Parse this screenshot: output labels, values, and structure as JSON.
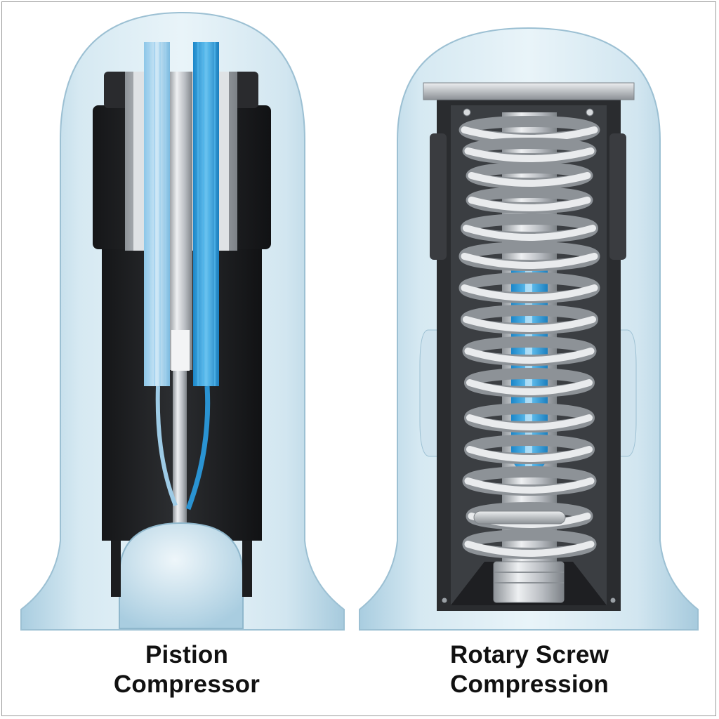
{
  "labels": {
    "left": {
      "line1": "Pistion",
      "line2": "Compressor"
    },
    "right": {
      "line1": "Rotary Screw",
      "line2": "Compression"
    }
  },
  "colors": {
    "housing": "#c4dde9",
    "housing_edge": "#8fb7cc",
    "cylinder": "#1f2022",
    "blue_accent": "#3ea6e0",
    "steel": "#c9ccd0"
  }
}
